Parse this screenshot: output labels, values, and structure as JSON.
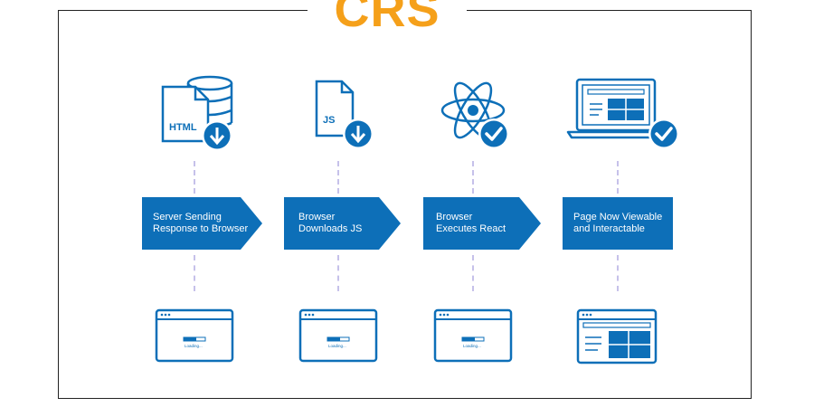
{
  "title": "CRS",
  "colors": {
    "accent": "#0d6fb8",
    "title": "#f5a01a",
    "dash": "#c6c1ea"
  },
  "steps": [
    {
      "icon": "html-file-download-icon",
      "file_label": "HTML",
      "arrow_line1": "Server Sending",
      "arrow_line2": "Response to Browser",
      "window_state": "loading",
      "window_label": "Loading..."
    },
    {
      "icon": "js-file-download-icon",
      "file_label": "JS",
      "arrow_line1": "Browser",
      "arrow_line2": "Downloads JS",
      "window_state": "loading",
      "window_label": "Loading..."
    },
    {
      "icon": "react-atom-check-icon",
      "arrow_line1": "Browser",
      "arrow_line2": "Executes React",
      "window_state": "loading",
      "window_label": "Loading..."
    },
    {
      "icon": "laptop-check-icon",
      "arrow_line1": "Page Now Viewable",
      "arrow_line2": "and Interactable",
      "window_state": "rendered"
    }
  ]
}
